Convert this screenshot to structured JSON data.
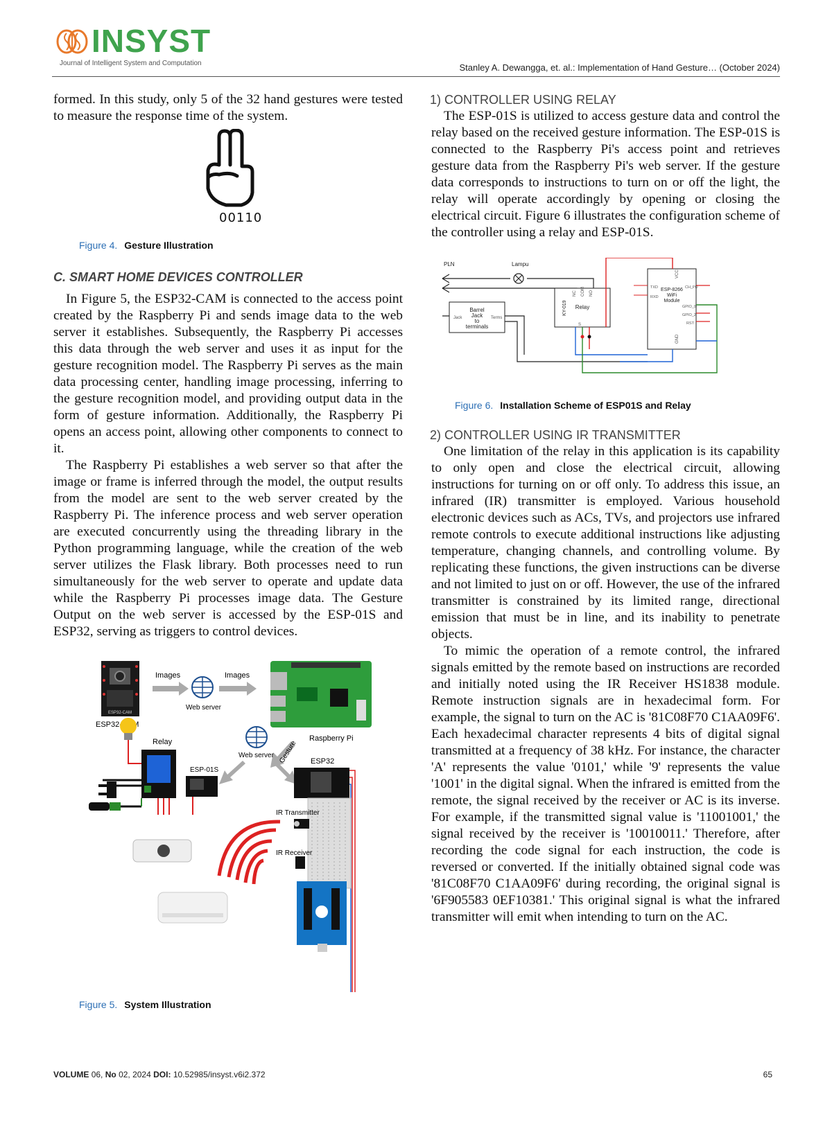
{
  "header": {
    "brand": "INSYST",
    "subtitle": "Journal of Intelligent System and Computation",
    "running_head": "Stanley A. Dewangga, et. al.: Implementation of Hand Gesture… (October 2024)"
  },
  "left": {
    "p_intro": "formed. In this study, only 5 of the 32 hand gestures were tested to measure the response time of the system.",
    "gesture_code": "00110",
    "fig4_label": "Figure 4.",
    "fig4_title": "Gesture Illustration",
    "section_c": "C. SMART HOME DEVICES CONTROLLER",
    "p1": "In Figure 5, the ESP32-CAM is connected to the access point created by the Raspberry Pi and sends image data to the web server it establishes. Subsequently, the Raspberry Pi accesses this data through the web server and uses it as input for the gesture recognition model. The Raspberry Pi serves as the main data processing center, handling image processing, inferring to the gesture recognition model, and providing output data in the form of gesture information. Additionally, the Raspberry Pi opens an access point, allowing other components to connect to it.",
    "p2": "The Raspberry Pi establishes a web server so that after the image or frame is inferred through the model, the output results from the model are sent to the web server created by the Raspberry Pi. The inference process and web server operation are executed concurrently using the threading library in the Python programming language, while the creation of the web server utilizes the Flask library. Both processes need to run simultaneously for the web server to operate and update data while the Raspberry Pi processes image data. The Gesture Output on the web server is accessed by the ESP-01S and ESP32, serving as triggers to control devices.",
    "fig5": {
      "images1": "Images",
      "images2": "Images",
      "web_server1": "Web server",
      "web_server2": "Web server",
      "esp32cam": "ESP32-CAM",
      "esp32cam_chip": "ESP32-CAM",
      "raspberry": "Raspberry Pi",
      "gesture": "Gesture",
      "relay": "Relay",
      "esp01s": "ESP-01S",
      "esp32": "ESP32",
      "ir_tx": "IR Transmitter",
      "ir_rx": "IR Receiver"
    },
    "fig5_label": "Figure 5.",
    "fig5_title": "System Illustration"
  },
  "right": {
    "sec1": "1)   CONTROLLER USING RELAY",
    "p3": "The ESP-01S is utilized to access gesture data and control the relay based on the received gesture information. The ESP-01S is connected to the Raspberry Pi's access point and retrieves gesture data from the Raspberry Pi's web server. If the gesture data corresponds to instructions to turn on or off the light, the relay will operate accordingly by opening or closing the electrical circuit. Figure 6 illustrates the configuration scheme of the controller using a relay and ESP-01S.",
    "fig6": {
      "pln": "PLN",
      "lampu": "Lampu",
      "barrel1": "Barrel",
      "barrel2": "Jack",
      "barrel3": "to",
      "barrel4": "terminals",
      "jack": "Jack",
      "term": "Terms",
      "relay": "Relay",
      "ky": "KY-019",
      "nc": "NC",
      "com": "COM",
      "no": "NO",
      "s": "S",
      "esp1": "ESP-8266",
      "esp2": "WiFi",
      "esp3": "Module",
      "txd": "TXD",
      "rxd": "RXD",
      "vcc": "VCC",
      "chpd": "CH_PD",
      "gpio0": "GPIO_0",
      "gpio2": "GPIO_2",
      "rst": "RST",
      "gnd": "GND"
    },
    "fig6_label": "Figure 6.",
    "fig6_title": "Installation Scheme of ESP01S and Relay",
    "sec2": "2)   CONTROLLER USING IR TRANSMITTER",
    "p4": "One limitation of the relay in this application is its capability to only open and close the electrical circuit, allowing instructions for turning on or off only. To address this issue, an infrared (IR) transmitter is employed. Various household electronic devices such as ACs, TVs, and projectors use infrared remote controls to execute additional instructions like adjusting temperature, changing channels, and controlling volume. By replicating these functions, the given instructions can be diverse and not limited to just on or off. However, the use of the infrared transmitter is constrained by its limited range, directional emission that must be in line, and its inability to penetrate objects.",
    "p5": "To mimic the operation of a remote control, the infrared signals emitted by the remote based on instructions are recorded and initially noted using the IR Receiver HS1838 module. Remote instruction signals are in hexadecimal form. For example, the signal to turn on the AC is '81C08F70 C1AA09F6'. Each hexadecimal character represents 4 bits of digital signal transmitted at a frequency of 38 kHz. For instance, the character 'A' represents the value '0101,' while '9' represents the value '1001' in the digital signal. When the infrared is emitted from the remote, the signal received by the receiver or AC is its inverse. For example, if the transmitted signal value is '11001001,' the signal received by the receiver is '10010011.' Therefore, after recording the code signal for each instruction, the code is reversed or converted. If the initially obtained signal code was '81C08F70 C1AA09F6' during recording, the original signal is '6F905583 0EF10381.' This original signal is what the infrared transmitter will emit when intending to turn on the AC."
  },
  "footer": {
    "volume_label": "VOLUME",
    "volume": "06,",
    "no_label": "No",
    "no": "02, 2024",
    "doi_label": "DOI:",
    "doi": "10.52985/insyst.v6i2.372",
    "page": "65"
  }
}
